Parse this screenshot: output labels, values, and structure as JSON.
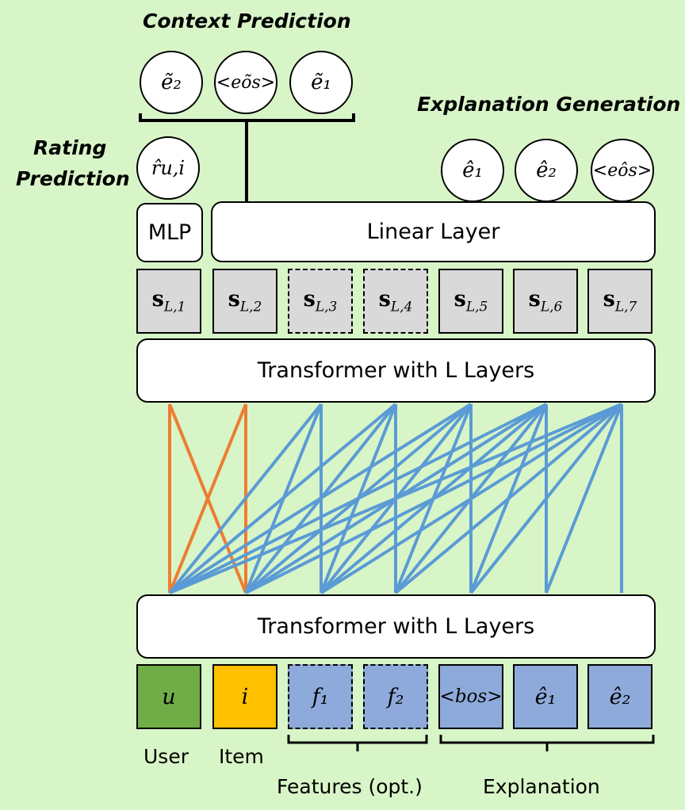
{
  "headers": {
    "context_prediction": "Context Prediction",
    "explanation_generation": "Explanation Generation",
    "rating": "Rating",
    "prediction": "Prediction"
  },
  "context_outputs": [
    "ẽ₂",
    "<eõs>",
    "ẽ₁"
  ],
  "rating_output": "r̂u,i",
  "explanation_outputs": [
    "ê₁",
    "ê₂",
    "<eôs>"
  ],
  "mlp_label": "MLP",
  "linear_label": "Linear Layer",
  "states": [
    {
      "base": "s",
      "sub": "L,1"
    },
    {
      "base": "s",
      "sub": "L,2"
    },
    {
      "base": "s",
      "sub": "L,3"
    },
    {
      "base": "s",
      "sub": "L,4"
    },
    {
      "base": "s",
      "sub": "L,5"
    },
    {
      "base": "s",
      "sub": "L,6"
    },
    {
      "base": "s",
      "sub": "L,7"
    }
  ],
  "transformer_top": "Transformer with L Layers",
  "transformer_bottom": "Transformer with L Layers",
  "inputs": [
    "u",
    "i",
    "f₁",
    "f₂",
    "<bos>",
    "ê₁",
    "ê₂"
  ],
  "input_labels": {
    "user": "User",
    "item": "Item",
    "features": "Features (opt.)",
    "explanation": "Explanation"
  },
  "colors": {
    "background": "#d8f5c7",
    "user": "#70ad47",
    "item": "#ffc000",
    "token": "#8eaadb",
    "state": "#d9d9d9",
    "edge_user_item": "#ed7d31",
    "edge_other": "#5b9bd5"
  }
}
